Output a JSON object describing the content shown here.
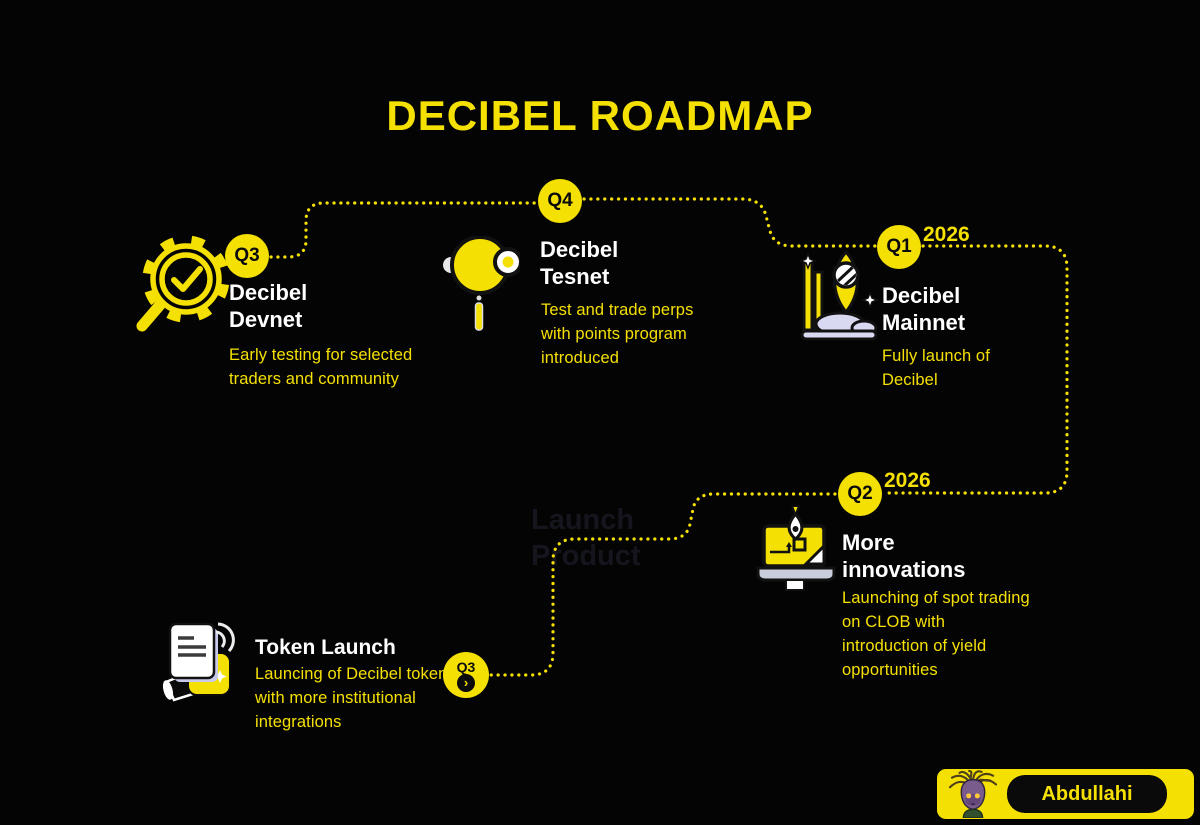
{
  "title": "DECIBEL ROADMAP",
  "colors": {
    "accent": "#F5E003",
    "background": "#040404",
    "title_text": "#FFFFFF",
    "watermark_text": "#15151E",
    "cloud": "#D9DAF1"
  },
  "watermark": "Launch\nProduct",
  "milestones": [
    {
      "badge": "Q3",
      "year": "",
      "title": "Decibel\nDevnet",
      "description": "Early testing for selected\ntraders and community",
      "icon": "gear-check-magnifier-icon"
    },
    {
      "badge": "Q4",
      "year": "",
      "title": "Decibel\nTesnet",
      "description": "Test and trade perps\nwith points program\nintroduced",
      "icon": "lens-eye-icon"
    },
    {
      "badge": "Q1",
      "year": "2026",
      "title": "Decibel\nMainnet",
      "description": "Fully launch of\nDecibel",
      "icon": "rocket-launch-icon"
    },
    {
      "badge": "Q2",
      "year": "2026",
      "title": "More\ninnovations",
      "description": "Launching of spot trading\non CLOB with\nintroduction of yield\nopportunities",
      "icon": "design-laptop-icon"
    },
    {
      "badge": "Q3",
      "badge_chevron": "›",
      "year": "",
      "title": "Token Launch",
      "description": "Launcing of Decibel token\nwith more institutional\nintegrations",
      "icon": "token-announcement-icon"
    }
  ],
  "footer": {
    "author": "Abdullahi"
  }
}
